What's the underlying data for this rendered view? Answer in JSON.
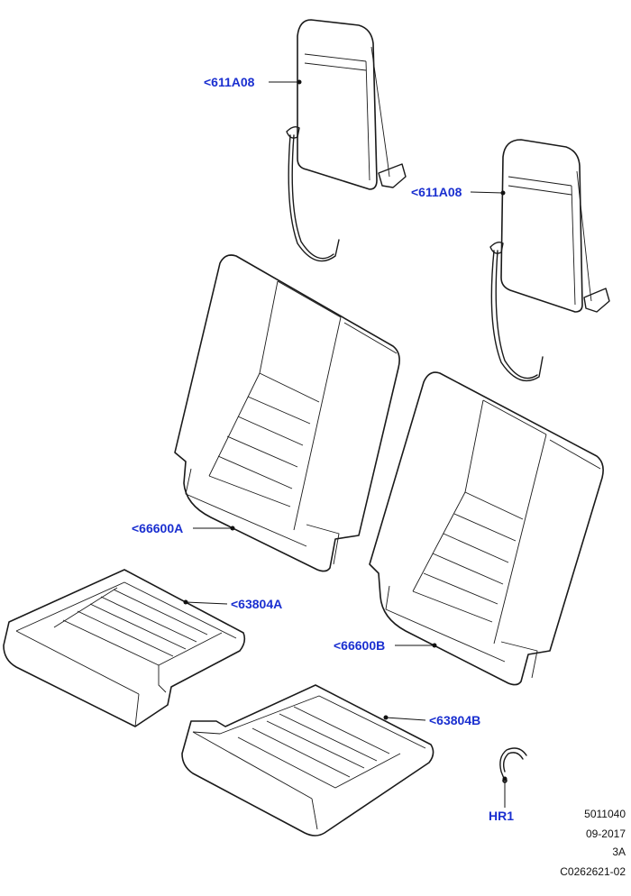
{
  "colors": {
    "callout": "#1a2fd0",
    "line": "#1a1a1a",
    "background": "#ffffff"
  },
  "callouts": {
    "headrest_left": "<611A08",
    "headrest_right": "<611A08",
    "backrest_left": "<66600A",
    "backrest_right": "<66600B",
    "cushion_left": "<63804A",
    "cushion_right": "<63804B",
    "clip": "HR1"
  },
  "meta": {
    "line1": "5011040",
    "line2": "09-2017",
    "line3": "3A",
    "line4": "C0262621-02"
  }
}
